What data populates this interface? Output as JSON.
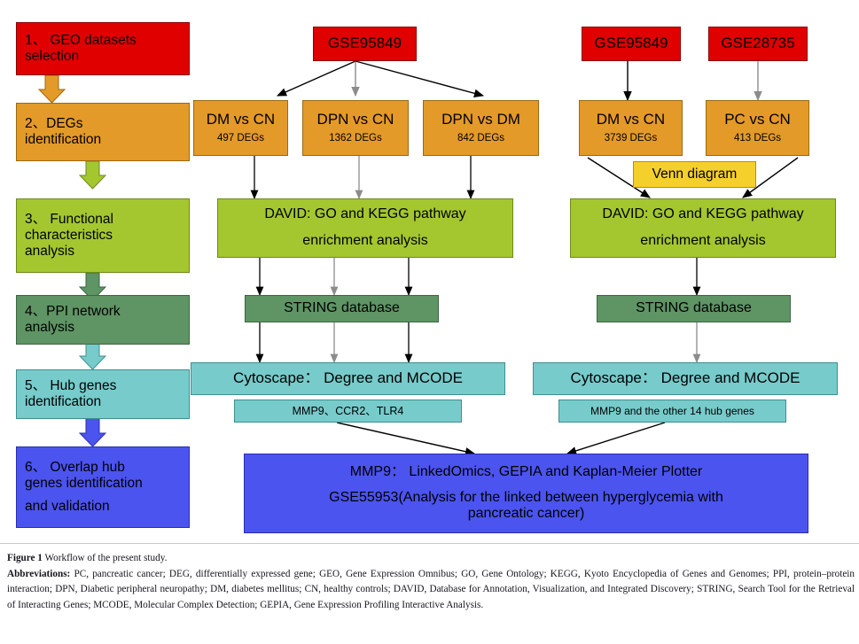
{
  "figure": {
    "caption_label": "Figure 1",
    "caption_title": "Workflow of the present study.",
    "abbrev_label": "Abbreviations:",
    "abbrev_text": "PC, pancreatic cancer; DEG, differentially expressed gene; GEO, Gene Expression Omnibus; GO, Gene Ontology; KEGG, Kyoto Encyclopedia of Genes and Genomes; PPI, protein–protein interaction; DPN, Diabetic peripheral neuropathy; DM, diabetes mellitus; CN, healthy controls; DAVID, Database for Annotation, Visualization, and Integrated Discovery; STRING, Search Tool for the Retrieval of Interacting Genes; MCODE, Molecular Complex Detection; GEPIA, Gene Expression Profiling Interactive Analysis."
  },
  "colors": {
    "red": "#e00000",
    "orange": "#e49a28",
    "green": "#a4c72f",
    "dark_green": "#5f9465",
    "teal": "#77cbcb",
    "blue": "#4b54ee",
    "yellow": "#f5cf2b",
    "arrow": "#000000",
    "arrow_gray": "#8c8c8c"
  },
  "steps": [
    {
      "id": "step1",
      "line1": "1、 GEO datasets",
      "line2": "selection",
      "line3": ""
    },
    {
      "id": "step2",
      "line1": "2、DEGs",
      "line2": "identification",
      "line3": ""
    },
    {
      "id": "step3",
      "line1": "3、 Functional",
      "line2": "characteristics",
      "line3": "analysis"
    },
    {
      "id": "step4",
      "line1": "4、PPI network",
      "line2": "analysis",
      "line3": ""
    },
    {
      "id": "step5",
      "line1": "5、 Hub genes",
      "line2": "identification",
      "line3": ""
    },
    {
      "id": "step6",
      "line1": "6、 Overlap hub",
      "line2": "genes identification",
      "line3": "and validation"
    }
  ],
  "middle": {
    "dataset": "GSE95849",
    "comparisons": [
      {
        "title": "DM vs CN",
        "degs": "497 DEGs"
      },
      {
        "title": "DPN vs CN",
        "degs": "1362 DEGs"
      },
      {
        "title": "DPN vs DM",
        "degs": "842 DEGs"
      }
    ],
    "david_line1": "DAVID: GO and KEGG pathway",
    "david_line2": "enrichment analysis",
    "string": "STRING database",
    "cytoscape": "Cytoscape： Degree and MCODE",
    "hub_genes": "MMP9、CCR2、TLR4"
  },
  "right": {
    "datasets": [
      "GSE95849",
      "GSE28735"
    ],
    "comparisons": [
      {
        "title": "DM vs CN",
        "degs": "3739 DEGs"
      },
      {
        "title": "PC vs CN",
        "degs": "413 DEGs"
      }
    ],
    "venn": "Venn diagram",
    "david_line1": "DAVID: GO and KEGG pathway",
    "david_line2": "enrichment analysis",
    "string": "STRING database",
    "cytoscape": "Cytoscape： Degree and MCODE",
    "hub_genes": "MMP9 and the other 14 hub genes"
  },
  "final": {
    "line1": "MMP9： LinkedOmics, GEPIA and Kaplan-Meier Plotter",
    "line2": "GSE55953(Analysis for the linked between hyperglycemia with",
    "line3": "pancreatic cancer)"
  }
}
